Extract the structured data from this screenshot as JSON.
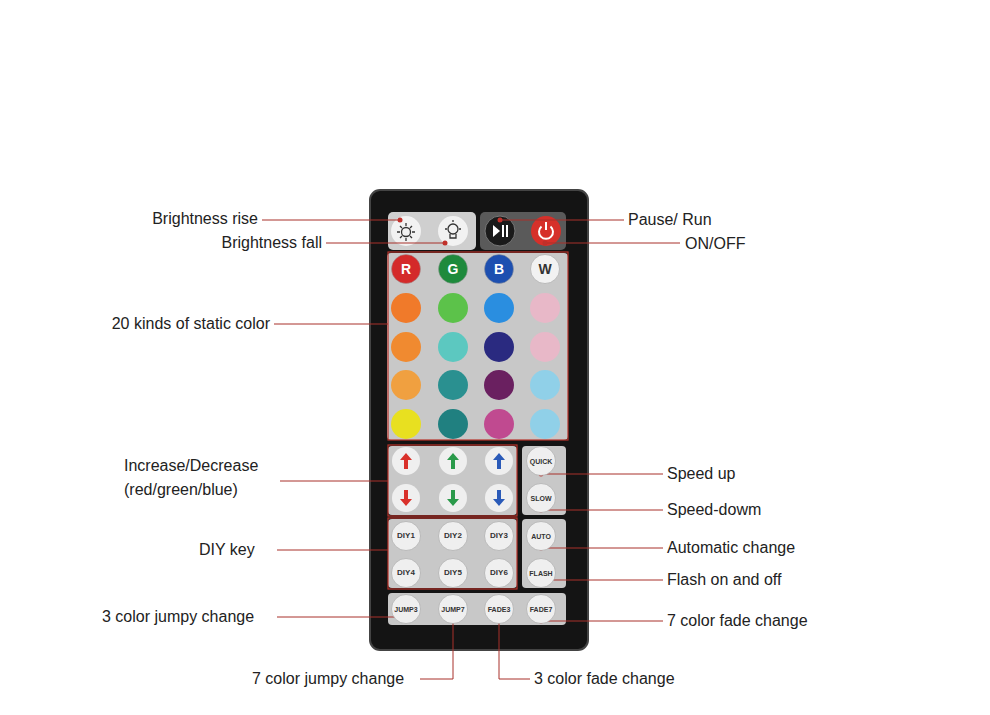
{
  "diagram": {
    "nodes": [
      {
        "text": [
          "R"
        ]
      },
      {
        "text": [
          "G"
        ]
      },
      {
        "text": [
          "B"
        ]
      },
      {
        "text": [
          "W"
        ]
      },
      {
        "text": [
          "QUICK"
        ]
      },
      {
        "text": [
          "SLOW"
        ]
      },
      {
        "text": [
          "DIY1"
        ]
      },
      {
        "text": [
          "DIY2"
        ]
      },
      {
        "text": [
          "DIY3"
        ]
      },
      {
        "text": [
          "AUTO"
        ]
      },
      {
        "text": [
          "DIY4"
        ]
      },
      {
        "text": [
          "DIY5"
        ]
      },
      {
        "text": [
          "DIY6"
        ]
      },
      {
        "text": [
          "FLASH"
        ]
      },
      {
        "text": [
          "JUMP3"
        ]
      },
      {
        "text": [
          "JUMP7"
        ]
      },
      {
        "text": [
          "FADE3"
        ]
      },
      {
        "text": [
          "FADE7"
        ]
      }
    ],
    "labels": [
      "Brightness rise",
      "Brightness fall",
      "Pause/ Run",
      "ON/OFF",
      "20 kinds of static color",
      "Increase/Decrease (red/green/blue)",
      "Speed up",
      "Speed-dowm",
      "DIY key",
      "Automatic change",
      "Flash on and off",
      "3 color jumpy change",
      "7 color fade change",
      "7 color jumpy change",
      "3 color fade change"
    ]
  }
}
